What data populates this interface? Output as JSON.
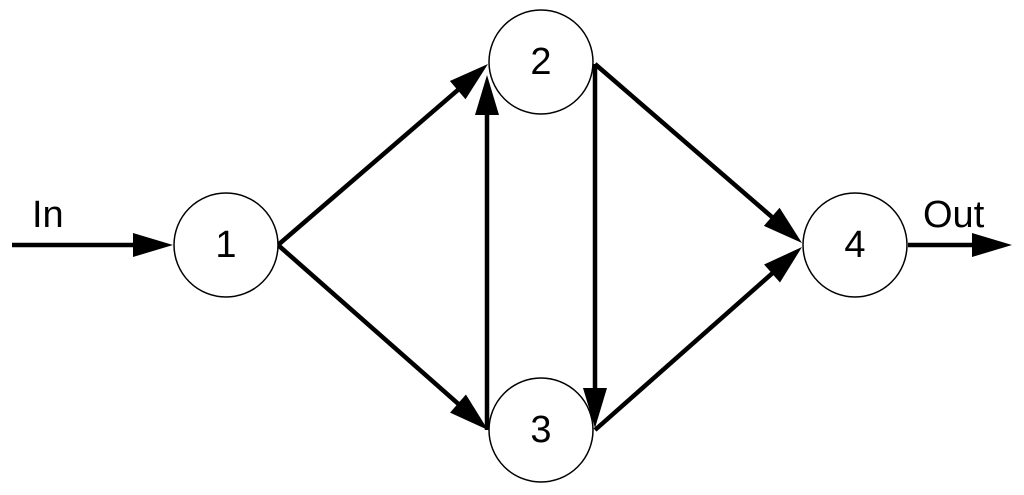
{
  "diagram": {
    "nodes": [
      {
        "id": "1",
        "label": "1"
      },
      {
        "id": "2",
        "label": "2"
      },
      {
        "id": "3",
        "label": "3"
      },
      {
        "id": "4",
        "label": "4"
      }
    ],
    "input_label": "In",
    "output_label": "Out",
    "edges": [
      {
        "from": "in",
        "to": "1"
      },
      {
        "from": "1",
        "to": "2"
      },
      {
        "from": "1",
        "to": "3"
      },
      {
        "from": "3",
        "to": "2"
      },
      {
        "from": "2",
        "to": "3"
      },
      {
        "from": "2",
        "to": "4"
      },
      {
        "from": "3",
        "to": "4"
      },
      {
        "from": "4",
        "to": "out"
      }
    ],
    "colors": {
      "stroke": "#000000",
      "fill": "#ffffff",
      "background": "#ffffff"
    }
  }
}
